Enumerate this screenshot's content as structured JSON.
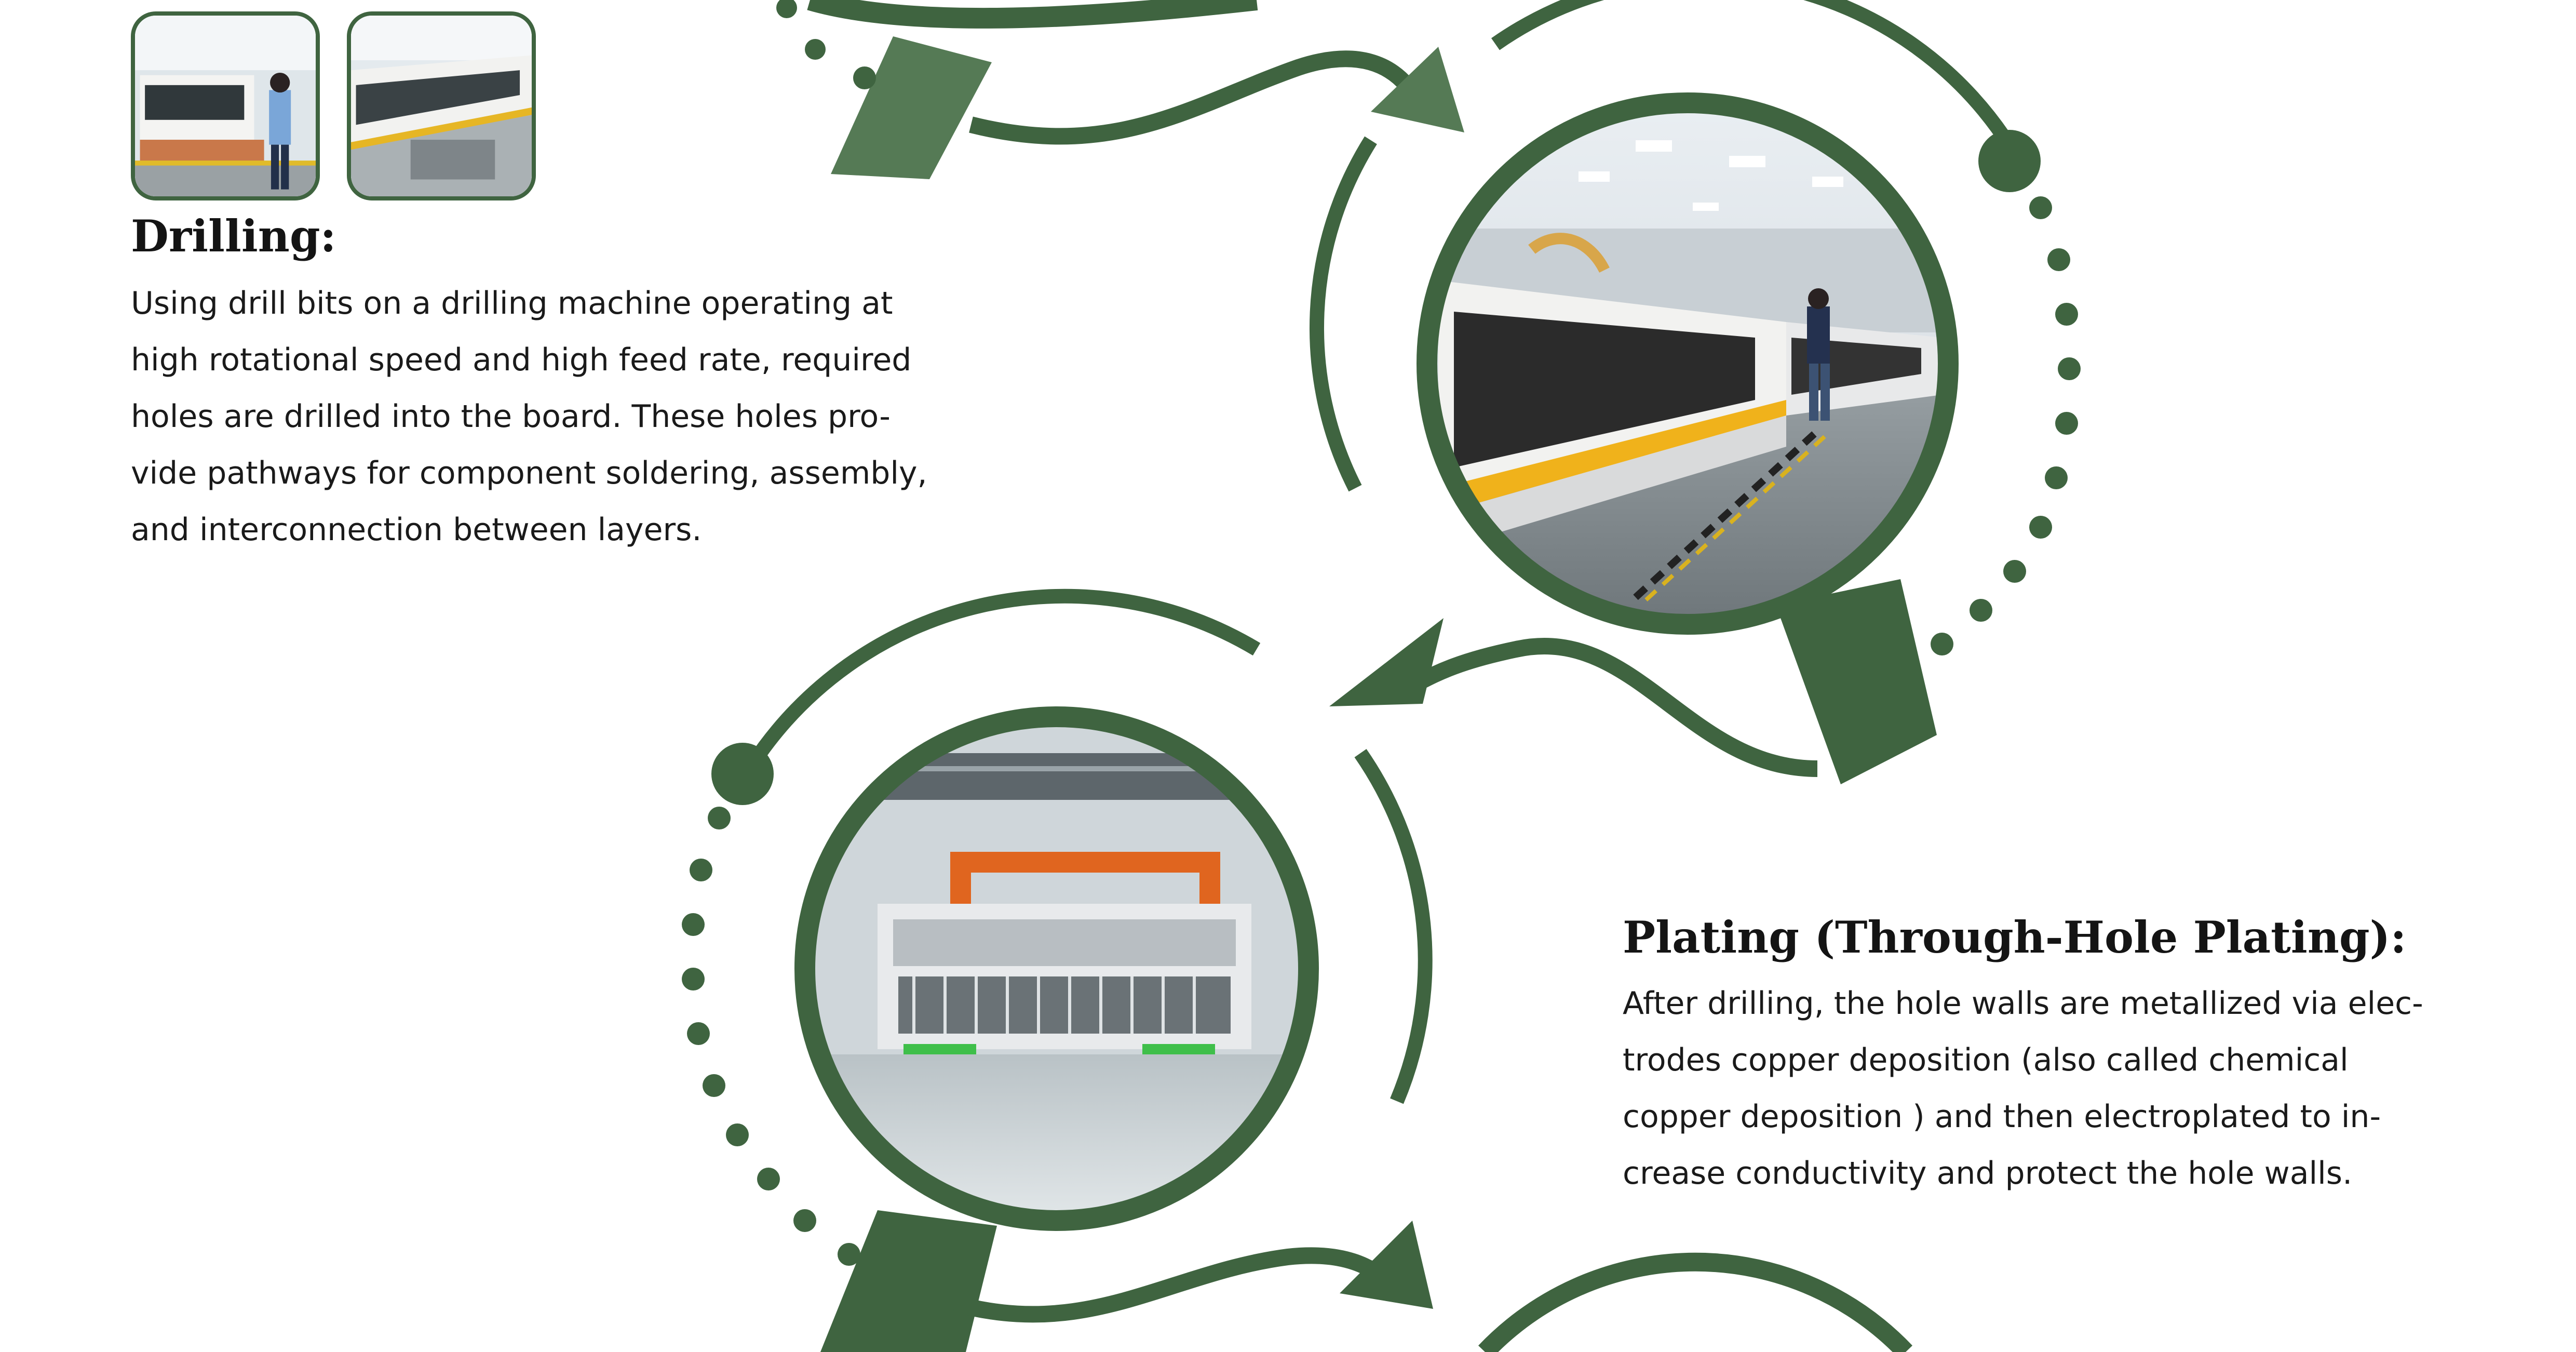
{
  "colors": {
    "brand_green": "#3f6440",
    "arrow_green": "#557a55",
    "text": "#1a1a1a"
  },
  "steps": [
    {
      "title": "Drilling:",
      "body_lines": [
        "Using drill bits on a drilling machine operating at",
        "high rotational speed and high feed rate, required",
        "holes are drilled into the board. These holes pro-",
        "vide pathways for component soldering, assembly,",
        "and interconnection between layers."
      ],
      "photo": "laser-drilling-machine-line-photo",
      "thumbnails": [
        "drilling-machine-operator-thumbnail",
        "drilling-machine-row-thumbnail"
      ]
    },
    {
      "title": "Plating (Through-Hole Plating):",
      "body_lines": [
        "After drilling, the hole walls are metallized via elec-",
        "trodes copper deposition (also called chemical",
        "copper deposition ) and then electroplated to in-",
        "crease conductivity and protect the hole walls."
      ],
      "photo": "electroplating-line-photo"
    }
  ],
  "decor_icons": [
    "magnifier-icon",
    "curved-arrow-icon",
    "dotted-arc-icon"
  ]
}
